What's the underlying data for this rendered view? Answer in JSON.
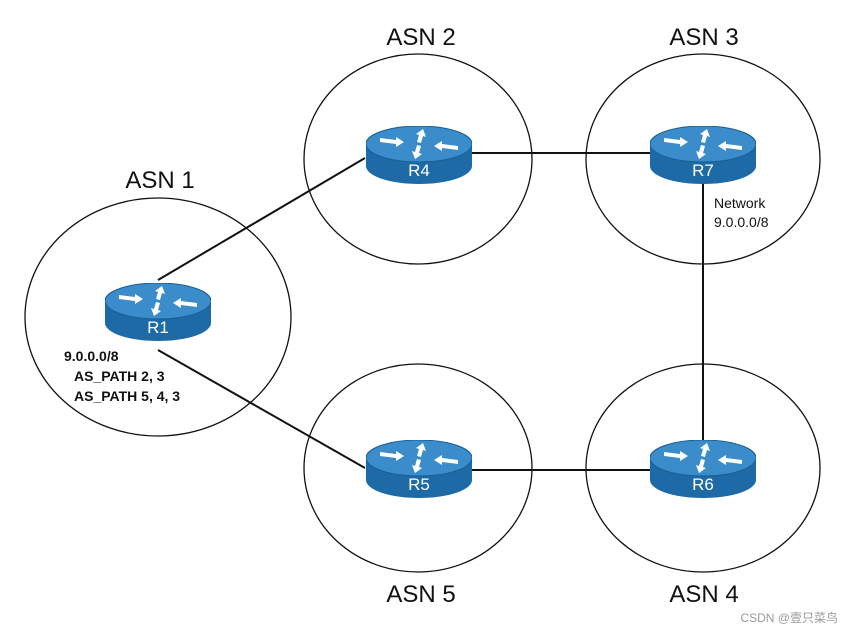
{
  "asns": {
    "asn1": "ASN 1",
    "asn2": "ASN 2",
    "asn3": "ASN 3",
    "asn4": "ASN 4",
    "asn5": "ASN 5"
  },
  "routers": {
    "r1": "R1",
    "r4": "R4",
    "r5": "R5",
    "r6": "R6",
    "r7": "R7"
  },
  "r7_note": {
    "line1": "Network",
    "line2": "9.0.0.0/8"
  },
  "r1_note": {
    "prefix": "9.0.0.0/8",
    "path1": "AS_PATH 2, 3",
    "path2": "AS_PATH 5, 4, 3"
  },
  "watermark": "CSDN @壹只菜鸟",
  "colors": {
    "router_top": "#2f82bf",
    "router_body": "#1d6aa6",
    "link": "#111111",
    "asn_border": "#111111"
  },
  "icons": [
    "router-icon"
  ]
}
